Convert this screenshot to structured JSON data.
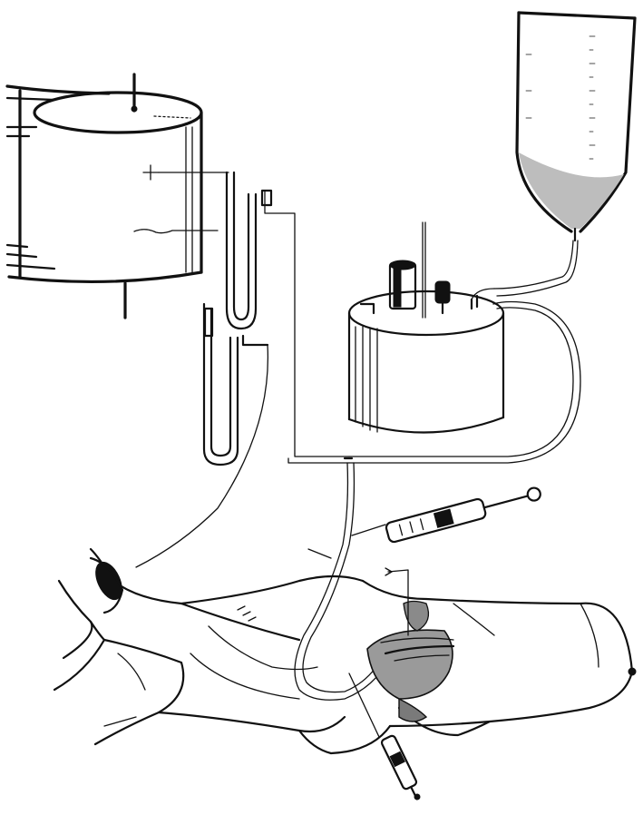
{
  "figure": {
    "components": [
      "kymograph-drum",
      "u-tube-manometers",
      "infusion-reservoir",
      "warming-chamber",
      "injection-syringe",
      "animal-preparation",
      "cannula-syringe"
    ],
    "ink_color": "#111111",
    "background_color": "#ffffff",
    "labels": []
  }
}
